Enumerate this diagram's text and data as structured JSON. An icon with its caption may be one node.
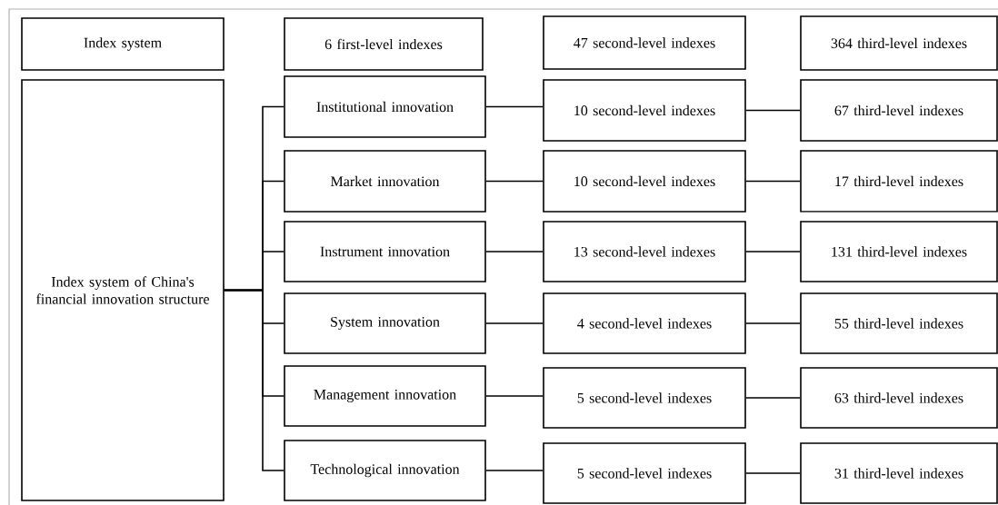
{
  "diagram": {
    "nodes": [
      {
        "text": [
          "Index system"
        ]
      },
      {
        "text": [
          "6 first-level indexes"
        ]
      },
      {
        "text": [
          "47 second-level indexes"
        ]
      },
      {
        "text": [
          "364 third-level indexes"
        ]
      },
      {
        "text": [
          "Index system of China's financial innovation structure"
        ]
      },
      {
        "text": [
          "Institutional innovation"
        ]
      },
      {
        "text": [
          "10 second-level indexes"
        ]
      },
      {
        "text": [
          "67 third-level indexes"
        ]
      },
      {
        "text": [
          "Market innovation"
        ]
      },
      {
        "text": [
          "10 second-level indexes"
        ]
      },
      {
        "text": [
          "17 third-level indexes"
        ]
      },
      {
        "text": [
          "Instrument innovation"
        ]
      },
      {
        "text": [
          "13 second-level indexes"
        ]
      },
      {
        "text": [
          "131 third-level indexes"
        ]
      },
      {
        "text": [
          "System innovation"
        ]
      },
      {
        "text": [
          "4 second-level indexes"
        ]
      },
      {
        "text": [
          "55 third-level indexes"
        ]
      },
      {
        "text": [
          "Management innovation"
        ]
      },
      {
        "text": [
          "5 second-level indexes"
        ]
      },
      {
        "text": [
          "63 third-level indexes"
        ]
      },
      {
        "text": [
          "Technological innovation"
        ]
      },
      {
        "text": [
          "5 second-level indexes"
        ]
      },
      {
        "text": [
          "31 third-level indexes"
        ]
      }
    ],
    "edges": [
      {
        "from": 4,
        "to": 5,
        "arrow": "none"
      },
      {
        "from": 4,
        "to": 8,
        "arrow": "none"
      },
      {
        "from": 4,
        "to": 11,
        "arrow": "none"
      },
      {
        "from": 4,
        "to": 14,
        "arrow": "none"
      },
      {
        "from": 4,
        "to": 17,
        "arrow": "none"
      },
      {
        "from": 4,
        "to": 20,
        "arrow": "none"
      },
      {
        "from": 5,
        "to": 6,
        "arrow": "none"
      },
      {
        "from": 6,
        "to": 7,
        "arrow": "none"
      },
      {
        "from": 8,
        "to": 9,
        "arrow": "none"
      },
      {
        "from": 9,
        "to": 10,
        "arrow": "none"
      },
      {
        "from": 11,
        "to": 12,
        "arrow": "none"
      },
      {
        "from": 12,
        "to": 13,
        "arrow": "none"
      },
      {
        "from": 14,
        "to": 15,
        "arrow": "none"
      },
      {
        "from": 15,
        "to": 16,
        "arrow": "none"
      },
      {
        "from": 17,
        "to": 18,
        "arrow": "none"
      },
      {
        "from": 18,
        "to": 19,
        "arrow": "none"
      },
      {
        "from": 20,
        "to": 21,
        "arrow": "none"
      },
      {
        "from": 21,
        "to": 22,
        "arrow": "none"
      }
    ]
  }
}
